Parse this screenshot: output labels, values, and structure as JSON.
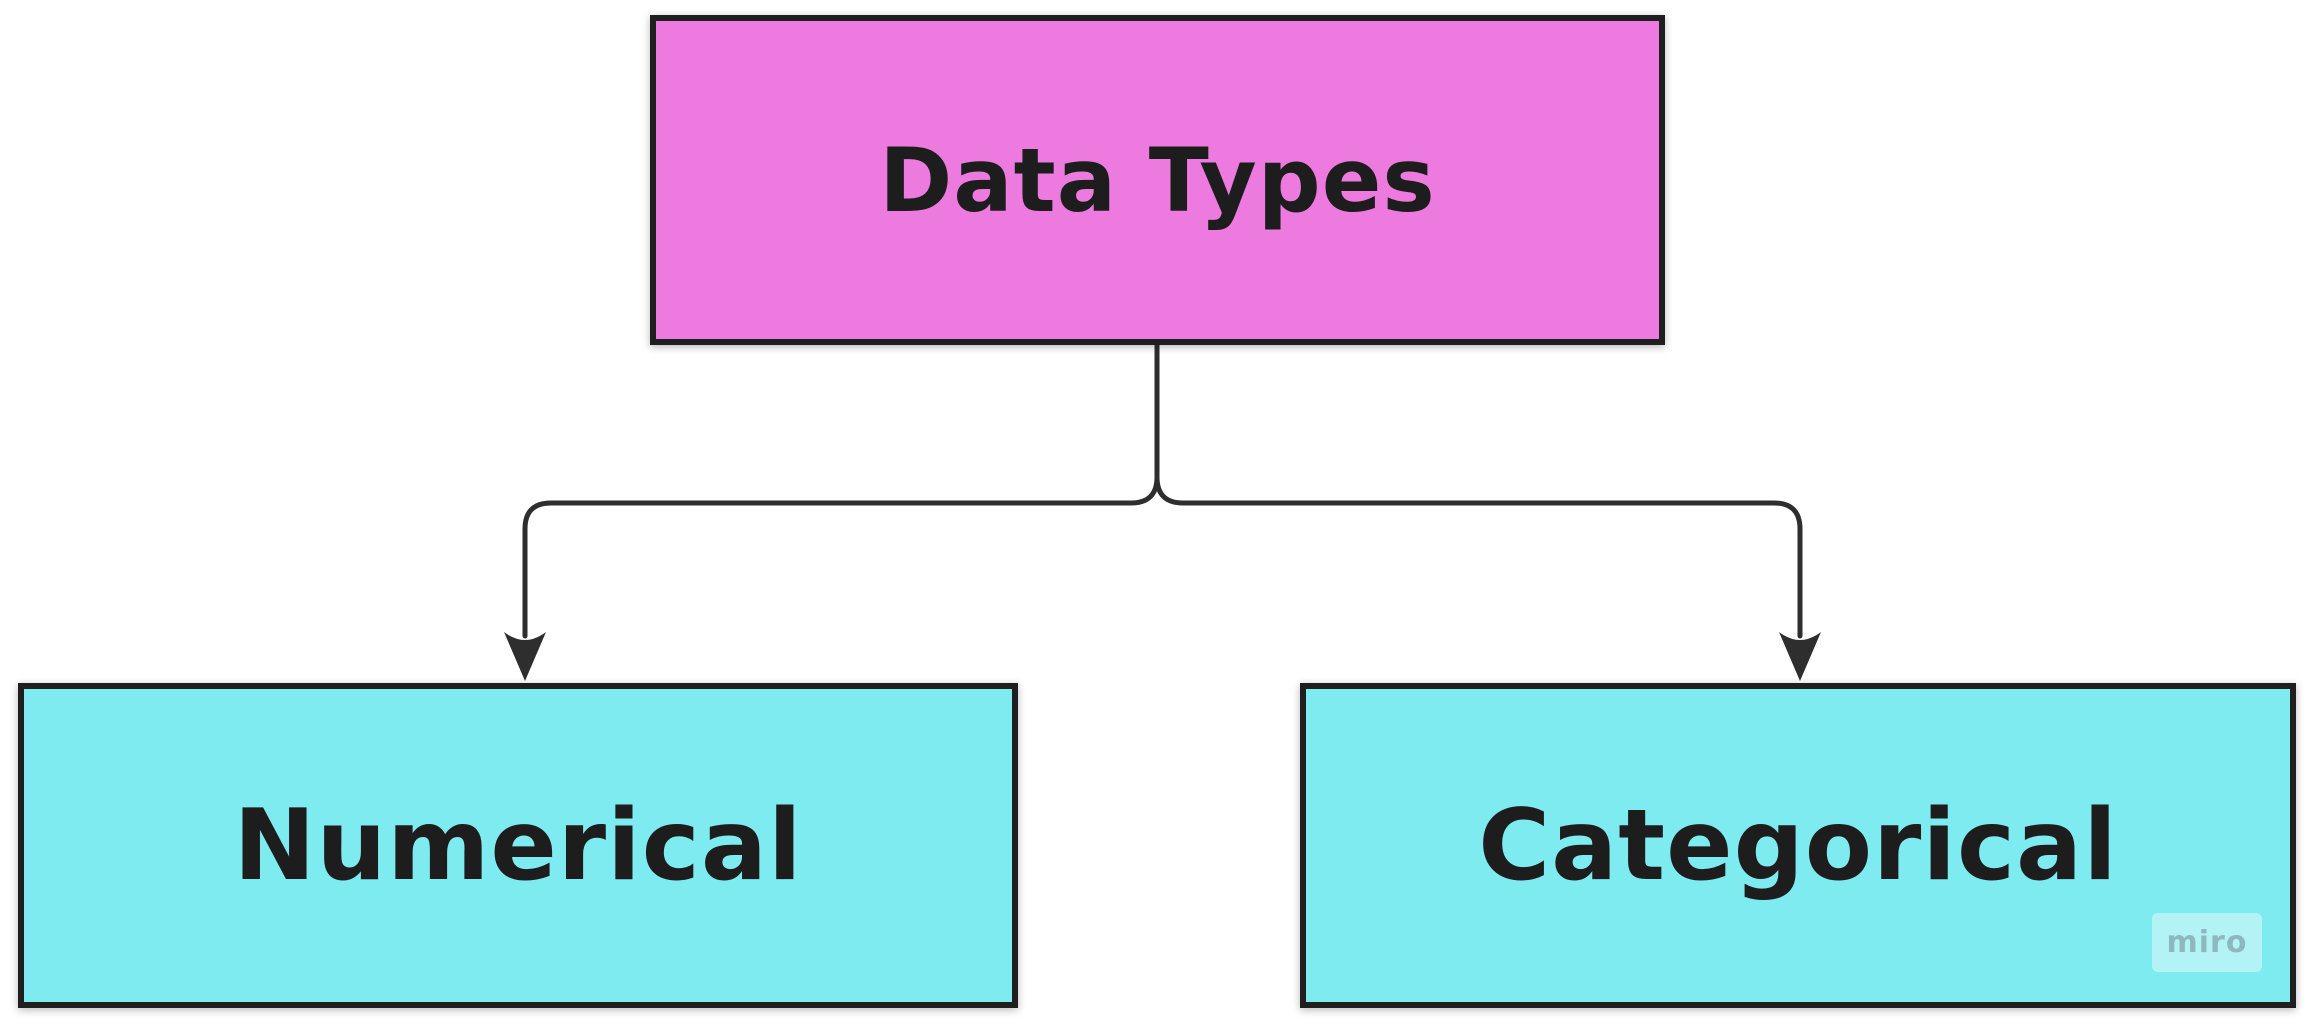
{
  "diagram": {
    "type": "flowchart",
    "nodes": {
      "root": {
        "label": "Data Types"
      },
      "left": {
        "label": "Numerical"
      },
      "right": {
        "label": "Categorical"
      }
    },
    "edges": [
      {
        "from": "Data Types",
        "to": "Numerical",
        "arrow": "down"
      },
      {
        "from": "Data Types",
        "to": "Categorical",
        "arrow": "down"
      }
    ],
    "colors": {
      "root_fill": "#ed7ade",
      "child_fill": "#7debf0",
      "node_border": "#1f1f1f",
      "connector": "#2e2e2e",
      "text": "#1d1d1d",
      "background": "#ffffff"
    },
    "watermark": {
      "label": "miro"
    }
  }
}
